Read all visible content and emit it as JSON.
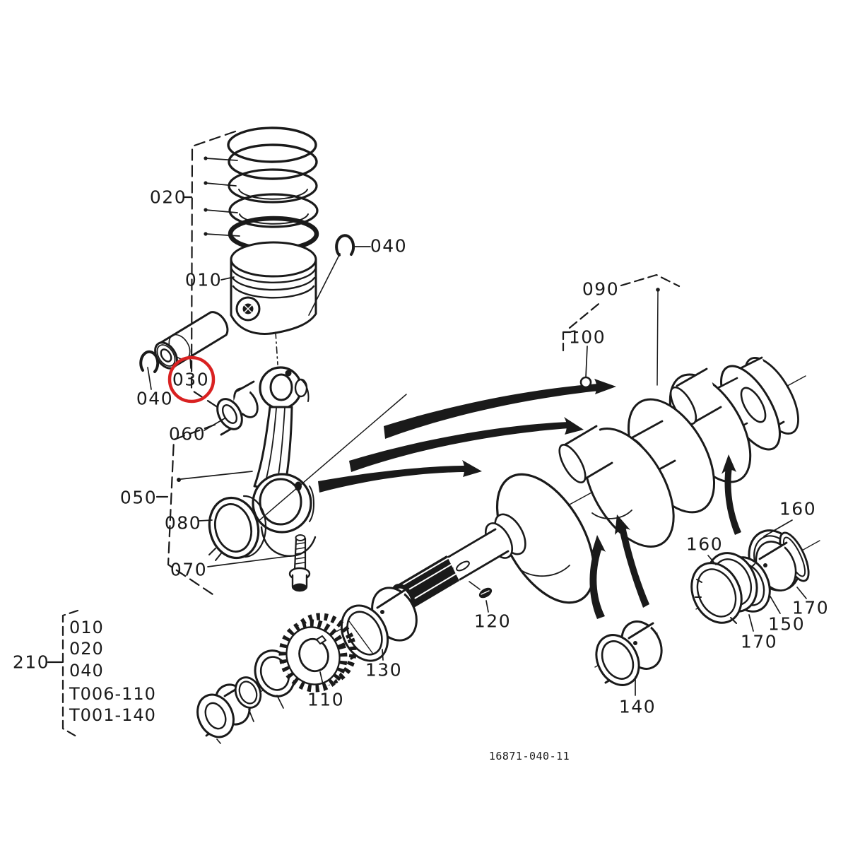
{
  "diagram": {
    "kind": "exploded-parts-diagram",
    "labels": {
      "p010": "010",
      "p020": "020",
      "p030": "030",
      "p040a": "040",
      "p040b": "040",
      "p050": "050",
      "p060": "060",
      "p070": "070",
      "p080": "080",
      "p090": "090",
      "p100": "100",
      "p110": "110",
      "p120": "120",
      "p130": "130",
      "p140": "140",
      "p150": "150",
      "p160a": "160",
      "p160b": "160",
      "p170a": "170",
      "p170b": "170"
    },
    "group210": {
      "label": "210",
      "items": [
        "010",
        "020",
        "040",
        "T006-110",
        "T001-140"
      ]
    },
    "footer": {
      "drawing_number": "16871-040-11"
    },
    "highlight": {
      "part": "030",
      "color": "#d92121"
    },
    "colors": {
      "line": "#1a1a1a",
      "background": "#ffffff",
      "highlight": "#d92121"
    }
  }
}
